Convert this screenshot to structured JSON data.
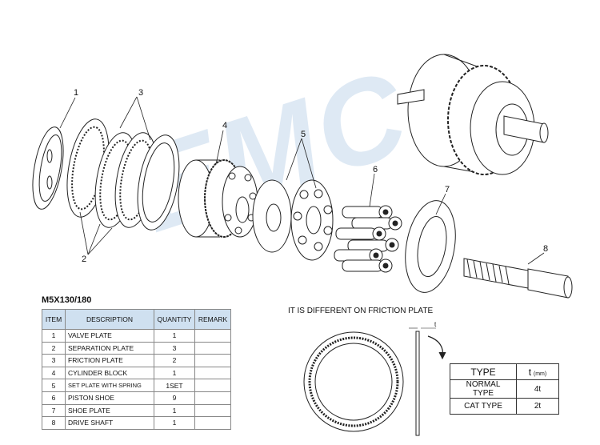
{
  "watermark": "EMC",
  "callouts": [
    "1",
    "2",
    "3",
    "4",
    "5",
    "6",
    "7",
    "8"
  ],
  "model": "M5X130/180",
  "table": {
    "headers": [
      "ITEM",
      "DESCRIPTION",
      "QUANTITY",
      "REMARK"
    ],
    "rows": [
      {
        "item": "1",
        "description": "VALVE PLATE",
        "quantity": "1",
        "remark": ""
      },
      {
        "item": "2",
        "description": "SEPARATION PLATE",
        "quantity": "3",
        "remark": ""
      },
      {
        "item": "3",
        "description": "FRICTION PLATE",
        "quantity": "2",
        "remark": ""
      },
      {
        "item": "4",
        "description": "CYLINDER BLOCK",
        "quantity": "1",
        "remark": ""
      },
      {
        "item": "5",
        "description": "SET PLATE WITH SPRING",
        "quantity": "1SET",
        "remark": ""
      },
      {
        "item": "6",
        "description": "PISTON SHOE",
        "quantity": "9",
        "remark": ""
      },
      {
        "item": "7",
        "description": "SHOE PLATE",
        "quantity": "1",
        "remark": ""
      },
      {
        "item": "8",
        "description": "DRIVE SHAFT",
        "quantity": "1",
        "remark": ""
      }
    ]
  },
  "friction_plate": {
    "heading": "IT IS DIFFERENT ON FRICTION PLATE",
    "thickness_label": "t"
  },
  "type_table": {
    "header": {
      "type": "TYPE",
      "t": "t",
      "unit": "(mm)"
    },
    "rows": [
      {
        "type": "NORMAL TYPE",
        "t": "4t"
      },
      {
        "type": "CAT TYPE",
        "t": "2t"
      }
    ]
  }
}
